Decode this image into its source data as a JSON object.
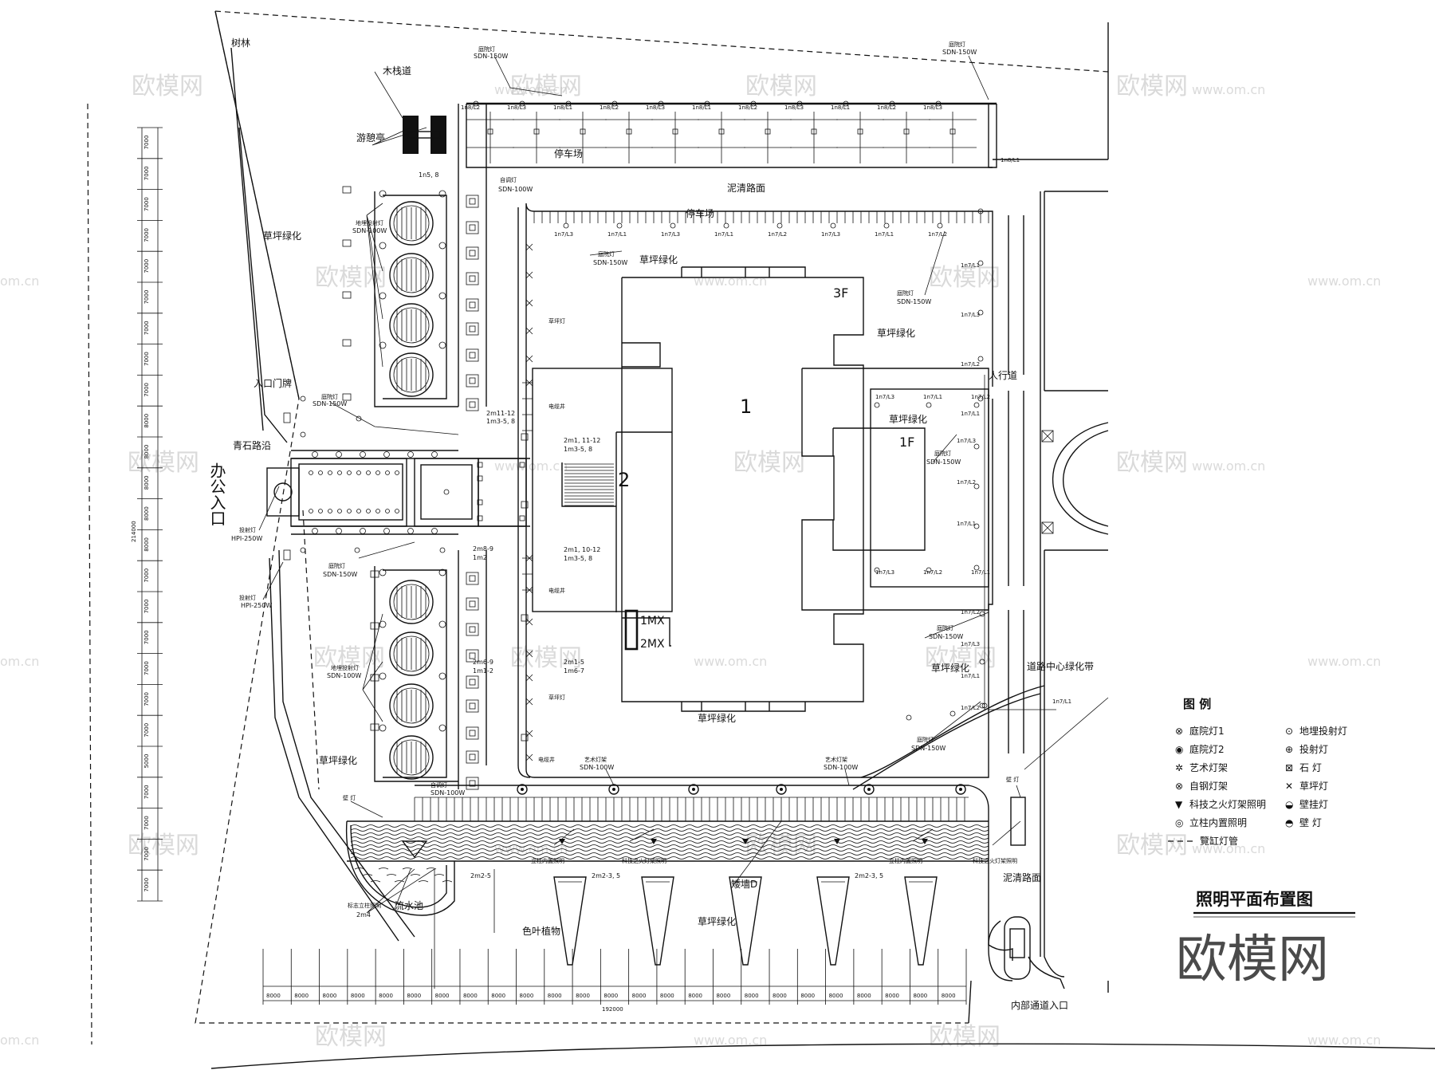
{
  "title": "照明平面布置图",
  "brand": "欧模网",
  "watermark": {
    "logo": "欧模网",
    "url": "www.om.cn",
    "url_short": "om.cn"
  },
  "site_labels": {
    "tree_forest": "树林",
    "boardwalk": "木栈道",
    "pavilion": "游憩亭",
    "parking_top": "停车场",
    "parking_inner": "停车场",
    "road_top": "泥清路面",
    "road_right": "泥清路面",
    "lawn_left_top": "草坪绿化",
    "lawn_left_bottom": "草坪绿化",
    "lawn_mid_top": "草坪绿化",
    "lawn_right_top": "草坪绿化",
    "lawn_inner": "草坪绿化",
    "lawn_right_bottom": "草坪绿化",
    "lawn_building_bottom": "草坪绿化",
    "lawn_bottom": "草坪绿化",
    "entrance_gate": "入口门牌",
    "stone_path": "青石路沿",
    "office_entrance": "办公入口",
    "pedestrian": "人行道",
    "road_center_green": "道路中心绿化带",
    "water_pool": "流水池",
    "color_plants": "色叶植物",
    "slope_wall": "矮墙D",
    "internal_entrance": "内部通道入口",
    "building1": "1",
    "building2": "2",
    "floor_3f": "3F",
    "floor_1f": "1F",
    "mx1": "1MX",
    "mx2": "2MX",
    "wall_lamp": "壁  灯",
    "wall_lamp_right": "壁  灯",
    "cable_well_1": "电缆井",
    "cable_well_2": "电缆井",
    "cable_well_3": "电缆井"
  },
  "lamp_specs": {
    "top_left": "庭院灯",
    "top_left_spec": "SDN-150W",
    "top_right": "庭院灯",
    "top_right_spec": "SDN-150W",
    "auto_lamp": "自调灯",
    "auto_lamp_spec": "SDN-100W",
    "ground_proj_top": "地埋投射灯",
    "ground_proj_top_spec": "SDN-100W",
    "garden_left": "庭院灯",
    "garden_left_spec": "SDN-150W",
    "garden_mid": "庭院灯",
    "garden_mid_spec": "SDN-150W",
    "garden_right_top": "庭院灯",
    "garden_right_top_spec": "SDN-150W",
    "garden_inner": "庭院灯",
    "garden_inner_spec": "SDN-150W",
    "garden_right_bottom": "庭院灯",
    "garden_right_bottom_spec": "SDN-150W",
    "garden_curve": "庭院灯",
    "garden_curve_spec": "SDN-150W",
    "floodlight_1": "投射灯",
    "floodlight_1_spec": "HPI-250W",
    "floodlight_2": "投射灯",
    "floodlight_2_spec": "HPI-250W",
    "garden_left_b": "庭院灯",
    "garden_left_b_spec": "SDN-150W",
    "ground_proj_bottom": "地埋投射灯",
    "ground_proj_bottom_spec": "SDN-100W",
    "art_frame_1": "艺术灯架",
    "art_frame_1_spec": "SDN-100W",
    "art_frame_2": "艺术灯架",
    "art_frame_2_spec": "SDN-100W",
    "auto_lamp_b": "自调灯",
    "auto_lamp_b_spec": "SDN-100W",
    "lawn_lamp": "草坪灯",
    "lawn_lamp_2": "草坪灯",
    "pole_inner_1": "立柱内置照明",
    "pole_inner_2": "立柱内置照明",
    "tech_frame_1": "科技之火灯架照明",
    "tech_frame_2": "科技之火灯架照明",
    "edge_light": "标志立柱照明"
  },
  "circuits": {
    "c1": "1n5, 8",
    "c2": "2m11-12",
    "c3": "1m3-5, 8",
    "c4": "2m1, 11-12",
    "c5": "1m3-5, 8",
    "c6": "2m1, 10-12",
    "c7": "1m3-5, 8",
    "c8": "2m8-9",
    "c9": "1m2",
    "c10": "2m6-9",
    "c11": "1m1-2",
    "c12": "2m1-5",
    "c13": "1m6-7",
    "c14": "2m2-5",
    "c15": "2m2-3, 5",
    "c16": "2m2-3, 5",
    "c17": "2m4"
  },
  "circuit_tags": {
    "top_row": [
      "1n8/L2",
      "1n8/L3",
      "1n8/L1",
      "1n8/L2",
      "1n8/L3",
      "1n8/L1",
      "1n8/L2",
      "1n8/L3",
      "1n8/L1",
      "1n8/L2",
      "1n8/L3"
    ],
    "parking_end": "1n8/L1",
    "inner_row": [
      "1n7/L3",
      "1n7/L1",
      "1n7/L3",
      "1n7/L1",
      "1n7/L2",
      "1n7/L3",
      "1n7/L1",
      "1n7/L2"
    ],
    "right_col": [
      "1n7/L1",
      "1n7/L3",
      "1n7/L2",
      "1n7/L1"
    ],
    "inner_sq_top": [
      "1n7/L3",
      "1n7/L1",
      "1n7/L2"
    ],
    "inner_sq_right": [
      "1n7/L3",
      "1n7/L2",
      "1n7/L1"
    ],
    "inner_sq_bottom": [
      "1n7/L3",
      "1n7/L2",
      "1n7/L1"
    ],
    "lower_right": [
      "1n7/L2",
      "1n7/L3",
      "1n7/L1",
      "1n7/L2"
    ],
    "road_right": "1n7/L1"
  },
  "dimensions": {
    "left_stack": [
      "7000",
      "7000",
      "7000",
      "7000",
      "7000",
      "7000",
      "7000",
      "7000",
      "7000",
      "8000",
      "8000",
      "8000",
      "8000",
      "8000",
      "7000",
      "7000",
      "7000",
      "7000",
      "7000",
      "7000",
      "5000",
      "7000",
      "7000",
      "7000",
      "7000"
    ],
    "left_total": "214000",
    "bottom_row": [
      "8000",
      "8000",
      "8000",
      "8000",
      "8000",
      "8000",
      "8000",
      "8000",
      "8000",
      "8000",
      "8000",
      "8000",
      "8000",
      "8000",
      "8000",
      "8000",
      "8000",
      "8000",
      "8000",
      "8000",
      "8000",
      "8000",
      "8000",
      "8000",
      "8000"
    ],
    "bottom_total": "192000"
  },
  "legend": {
    "title": "图  例",
    "items": [
      {
        "symbol": "⊗",
        "label": "庭院灯1"
      },
      {
        "symbol": "◉",
        "label": "庭院灯2"
      },
      {
        "symbol": "✲",
        "label": "艺术灯架"
      },
      {
        "symbol": "⊗",
        "label": "自钢灯架"
      },
      {
        "symbol": "▼",
        "label": "科技之火灯架照明"
      },
      {
        "symbol": "◎",
        "label": "立柱内置照明"
      },
      {
        "symbol": "- - -",
        "label": "覽缸灯管"
      },
      {
        "symbol": "⊙",
        "label": "地埋投射灯"
      },
      {
        "symbol": "⊕",
        "label": "投射灯"
      },
      {
        "symbol": "⊠",
        "label": "石  灯"
      },
      {
        "symbol": "✕",
        "label": "草坪灯"
      },
      {
        "symbol": "◒",
        "label": "壁挂灯"
      },
      {
        "symbol": "◓",
        "label": "壁  灯"
      }
    ]
  }
}
